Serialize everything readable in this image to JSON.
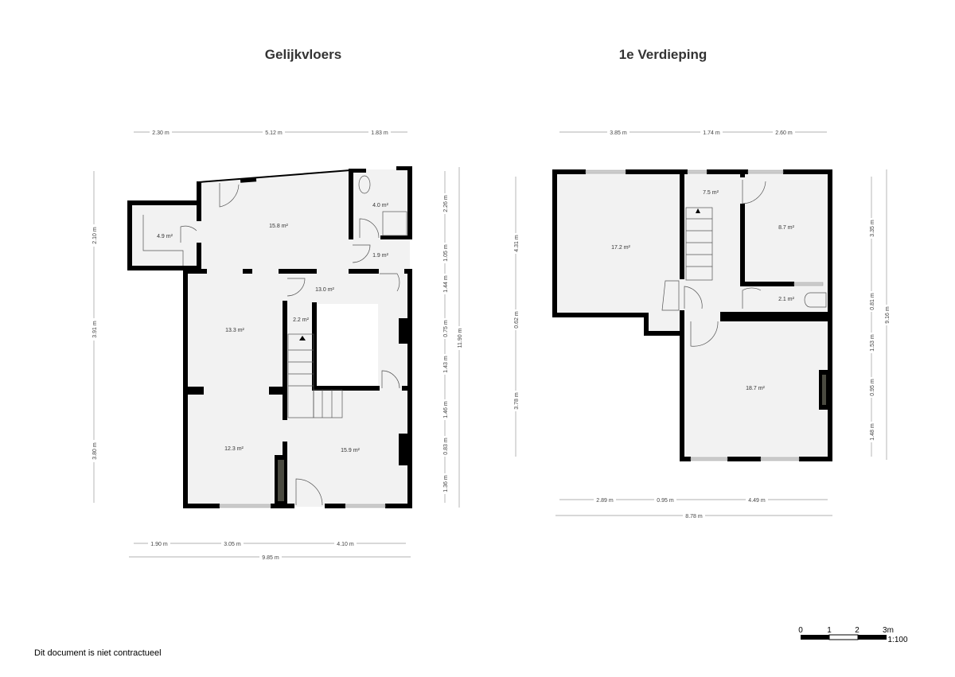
{
  "floors": [
    {
      "title": "Gelijkvloers",
      "rooms": [
        "15.8 m²",
        "4.9 m²",
        "4.0 m²",
        "1.9 m²",
        "13.0 m²",
        "2.2 m²",
        "13.3 m²",
        "12.3 m²",
        "15.9 m²"
      ],
      "dims_top": [
        "2.30 m",
        "5.12 m",
        "1.83 m"
      ],
      "dims_bottom": [
        "1.90 m",
        "3.05 m",
        "4.10 m"
      ],
      "dim_total_bottom": "9.85 m",
      "dims_left": [
        "2.10 m",
        "3.91 m",
        "3.80 m"
      ],
      "dims_right": [
        "2.26 m",
        "1.05 m",
        "1.44 m",
        "0.75 m",
        "1.43 m",
        "1.46 m",
        "0.83 m",
        "1.36 m"
      ],
      "dim_total_right": "11.90 m"
    },
    {
      "title": "1e Verdieping",
      "rooms": [
        "17.2 m²",
        "7.5 m²",
        "8.7 m²",
        "2.1 m²",
        "18.7 m²"
      ],
      "dims_top": [
        "3.85 m",
        "1.74 m",
        "2.60 m"
      ],
      "dims_bottom": [
        "2.89 m",
        "0.95 m",
        "4.49 m"
      ],
      "dim_total_bottom": "8.78 m",
      "dims_left": [
        "4.31 m",
        "0.62 m",
        "3.78 m"
      ],
      "dims_right": [
        "3.35 m",
        "0.81 m",
        "1.53 m",
        "0.95 m",
        "1.48 m"
      ],
      "dim_total_right": "9.16 m"
    }
  ],
  "scale_bar": {
    "ticks": [
      "0",
      "1",
      "2",
      "3m"
    ],
    "ratio": "1:100"
  },
  "footer": "Dit document is niet contractueel"
}
